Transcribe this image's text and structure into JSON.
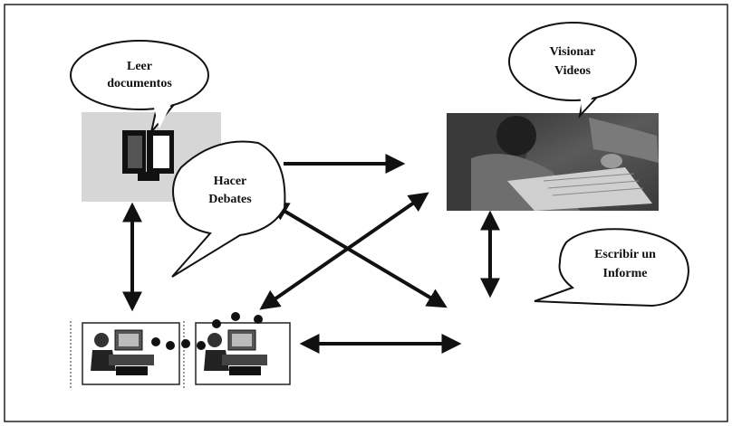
{
  "bubbles": {
    "leer": [
      "Leer",
      "documentos"
    ],
    "visionar": [
      "Visionar",
      "Videos"
    ],
    "debates": [
      "Hacer",
      "Debates"
    ],
    "informe": [
      "Escribir un",
      "Informe"
    ]
  },
  "icons": {
    "book": "book-icon",
    "video": "students-writing-photo",
    "computer_user_1": "computer-user-icon",
    "computer_user_2": "computer-user-icon"
  },
  "colors": {
    "arrow": "#111111",
    "book_panel": "#d6d6d6",
    "border": "#222222"
  }
}
